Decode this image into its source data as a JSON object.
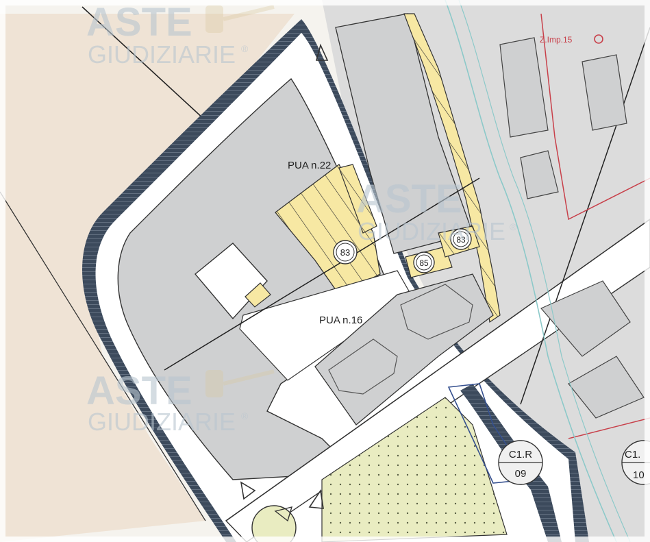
{
  "map": {
    "labels": {
      "pua_22": "PUA n.22",
      "pua_16": "PUA n.16",
      "z_imp_15": "Z.Imp.15",
      "c1_a": "C1.R",
      "c1_b": "C1."
    },
    "parcel_numbers": {
      "n83_main": "83",
      "n83_small": "83",
      "n85": "85",
      "n09": "09",
      "n10": "10"
    },
    "watermark": {
      "line1": "ASTE",
      "line2": "GIUDIZIARIE",
      "mark": "®"
    },
    "colors": {
      "paper": "#f5f3ee",
      "agricultural": "#efe3d5",
      "built_zone": "#cfd0d1",
      "road": "#ffffff",
      "yellow_zone": "#f7e8a3",
      "green_zone": "#e9ecc1",
      "kerb": "#3c4a5c",
      "red_boundary": "#c8404a",
      "blue_boundary": "#35508f",
      "stream": "#8cc9c9"
    }
  }
}
